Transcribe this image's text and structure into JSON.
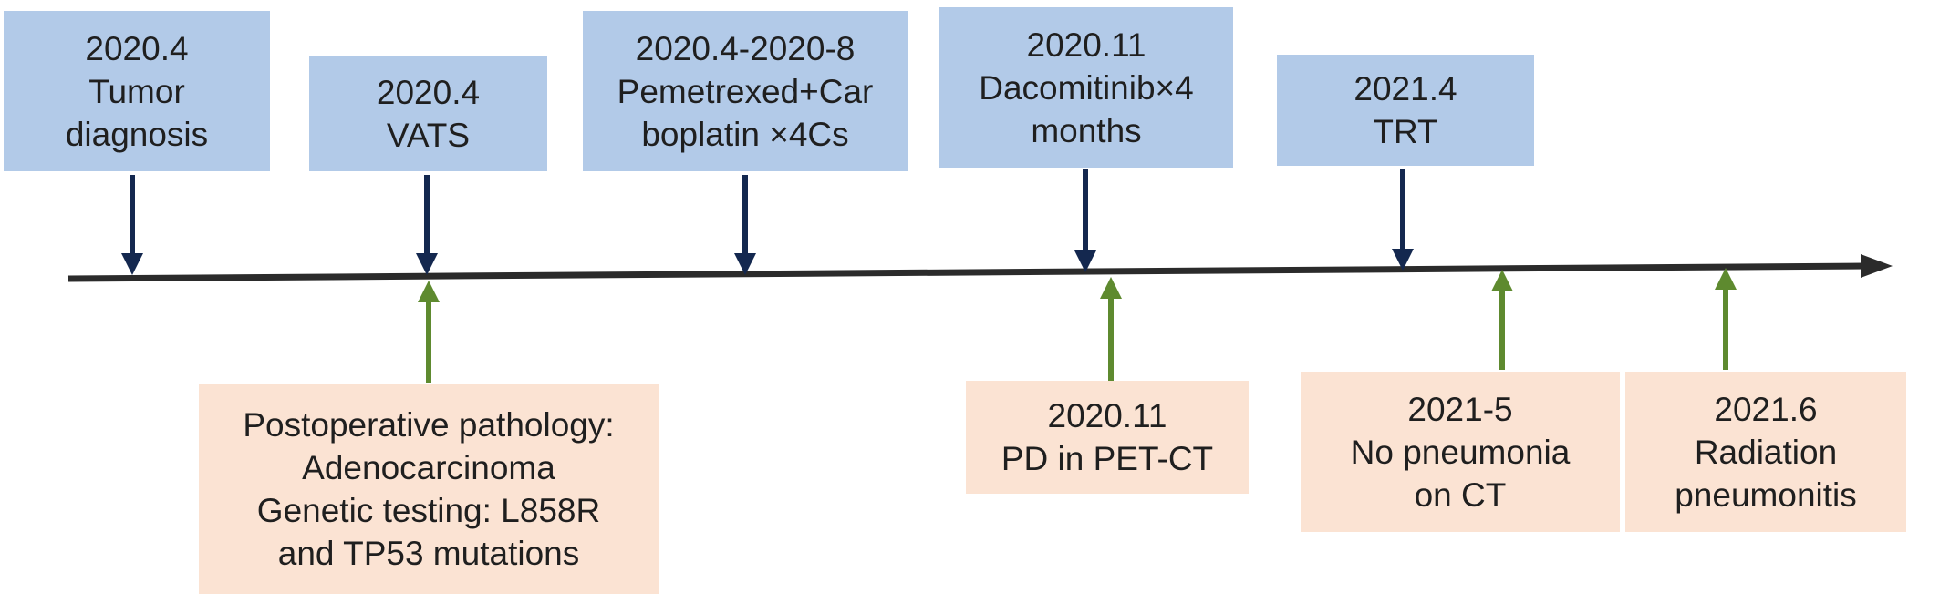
{
  "colors": {
    "treatment_box": "#b2cae8",
    "outcome_box": "#fbe3d3",
    "treatment_arrow": "#14284f",
    "outcome_arrow": "#5e8a2f",
    "timeline": "#2b2b2b"
  },
  "treatments": [
    {
      "lines": [
        "2020.4",
        "Tumor",
        "diagnosis"
      ]
    },
    {
      "lines": [
        "2020.4",
        "VATS"
      ]
    },
    {
      "lines": [
        "2020.4-2020-8",
        "Pemetrexed+Car",
        "boplatin ×4Cs"
      ]
    },
    {
      "lines": [
        "2020.11",
        "Dacomitinib×4",
        "months"
      ]
    },
    {
      "lines": [
        "2021.4",
        "TRT"
      ]
    }
  ],
  "outcomes": [
    {
      "lines": [
        "Postoperative pathology:",
        "Adenocarcinoma",
        "Genetic testing: L858R",
        "and TP53 mutations"
      ]
    },
    {
      "lines": [
        "2020.11",
        "PD in PET-CT"
      ]
    },
    {
      "lines": [
        "2021-5",
        "No pneumonia",
        "on CT"
      ]
    },
    {
      "lines": [
        "2021.6",
        "Radiation",
        "pneumonitis"
      ]
    }
  ]
}
